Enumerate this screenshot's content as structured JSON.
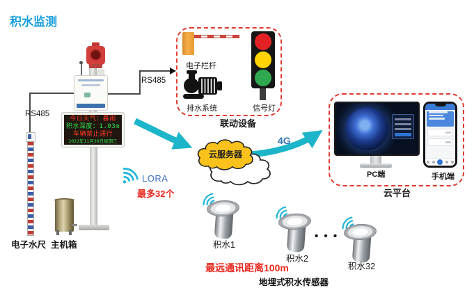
{
  "title": "积水监测",
  "colors": {
    "title_blue": "#189fdd",
    "dashed_red": "#e23a2e",
    "arrow_teal": "#1cb5c9",
    "lora_blue": "#3a6fc4",
    "alert_red": "#e8281e",
    "net4g_blue": "#2f74b5",
    "led_red": "#ff3a22",
    "led_green": "#35e14b",
    "cloud_yellow": "#fcc21c"
  },
  "station": {
    "led_display": {
      "lines": [
        "今日天气：暴雨",
        "积水深度：1.03m",
        "车辆禁止通行",
        "2022年11月30日星期三"
      ]
    },
    "water_ruler_label": "电子水尺",
    "cabinet_label": "主机箱"
  },
  "links": {
    "rs485_left": "RS485",
    "rs485_top": "RS485",
    "lora_label": "LORA",
    "lora_max": "最多32个",
    "net_4g": "4G"
  },
  "linkage_box": {
    "title": "联动设备",
    "barrier_label": "电子栏杆",
    "pump_label": "排水系统",
    "signal_label": "信号灯"
  },
  "cloud_server_label": "云服务器",
  "platform_box": {
    "title": "云平台",
    "pc_label": "PC端",
    "phone_label": "手机端"
  },
  "sensors": {
    "labels": [
      "积水1",
      "积水2",
      "积水32"
    ],
    "ellipsis": "• • •",
    "max_distance": "最远通讯距离100m",
    "type_label": "地埋式积水传感器"
  }
}
